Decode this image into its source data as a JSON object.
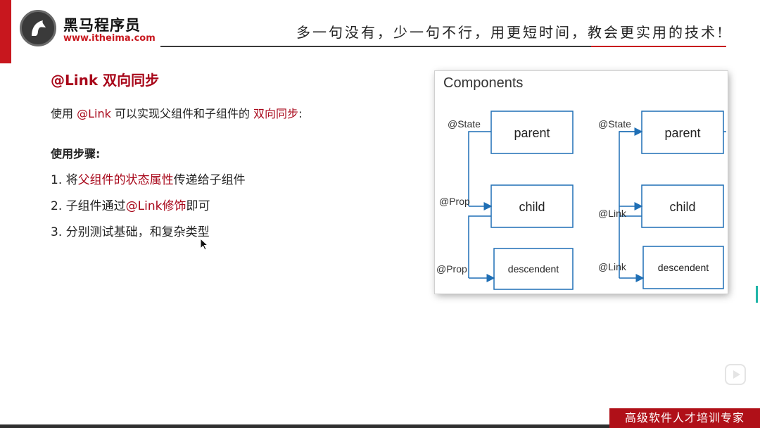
{
  "header": {
    "logo_cn": "黑马程序员",
    "logo_url": "www.itheima.com",
    "slogan": "多一句没有，少一句不行，用更短时间，教会更实用的技术!"
  },
  "content": {
    "title": "@Link 双向同步",
    "intro": {
      "prefix": "使用 ",
      "highlight1": "@Link",
      "middle": " 可以实现父组件和子组件的 ",
      "highlight2": "双向同步",
      "suffix": ":"
    },
    "steps_title": "使用步骤:",
    "steps": [
      {
        "num": "1. ",
        "pre": "将",
        "highlight": "父组件的状态属性",
        "post": "传递给子组件"
      },
      {
        "num": "2. ",
        "pre": "子组件通过",
        "highlight": "@Link修饰",
        "post": "即可"
      },
      {
        "num": "3. ",
        "pre": "分别测试基础，和复杂类型",
        "highlight": "",
        "post": ""
      }
    ]
  },
  "diagram": {
    "title": "Components",
    "left": {
      "state_label": "@State",
      "prop_label_1": "@Prop",
      "prop_label_2": "@Prop",
      "parent": "parent",
      "child": "child",
      "descendent": "descendent"
    },
    "right": {
      "state_label": "@State",
      "link_label_1": "@Link",
      "link_label_2": "@Link",
      "parent": "parent",
      "child": "child",
      "descendent": "descendent"
    }
  },
  "footer": {
    "tagline": "高级软件人才培训专家"
  },
  "colors": {
    "brand_red": "#c8171e",
    "highlight_red": "#a8071a",
    "diagram_blue": "#1f6fb5"
  }
}
